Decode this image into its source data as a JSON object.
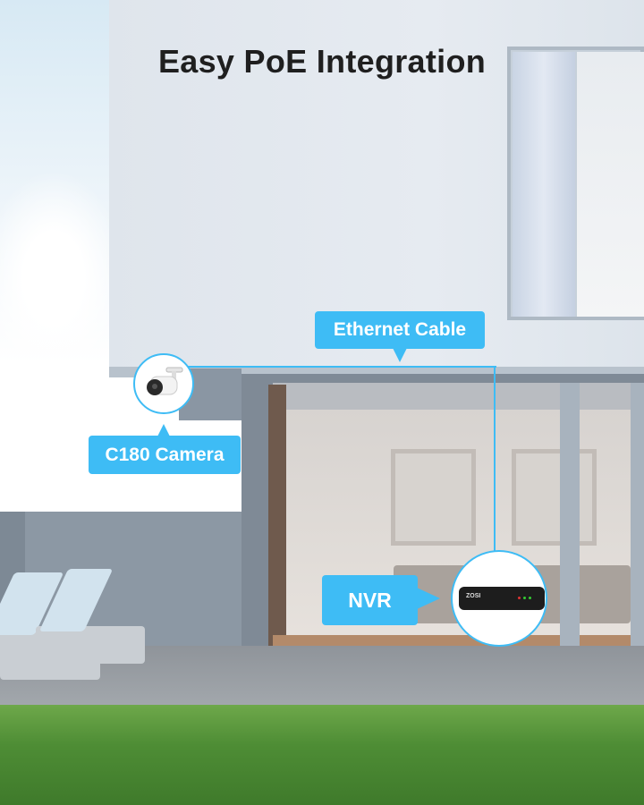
{
  "title": "Easy PoE Integration",
  "labels": {
    "ethernet": "Ethernet Cable",
    "camera": "C180 Camera",
    "nvr": "NVR"
  },
  "nvr_brand": "ZOSI",
  "colors": {
    "accent": "#3ebcf5",
    "title": "#1f1f1f"
  }
}
